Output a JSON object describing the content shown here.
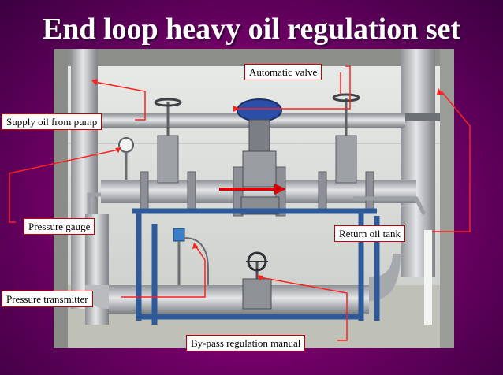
{
  "slide": {
    "title": "End loop heavy oil regulation set",
    "labels": {
      "automatic_valve": "Automatic valve",
      "supply_oil": "Supply oil from pump",
      "pressure_gauge": "Pressure gauge",
      "return_oil_tank": "Return oil tank",
      "pressure_transmitter": "Pressure transmitter",
      "bypass_valve": "By-pass regulation manual"
    }
  },
  "colors": {
    "background": "#8a0077",
    "title_text": "#ffffff",
    "label_border": "#c00000",
    "arrow": "#d80000",
    "frame": "#2f5a9a",
    "pipe": "#b9bcbf"
  }
}
